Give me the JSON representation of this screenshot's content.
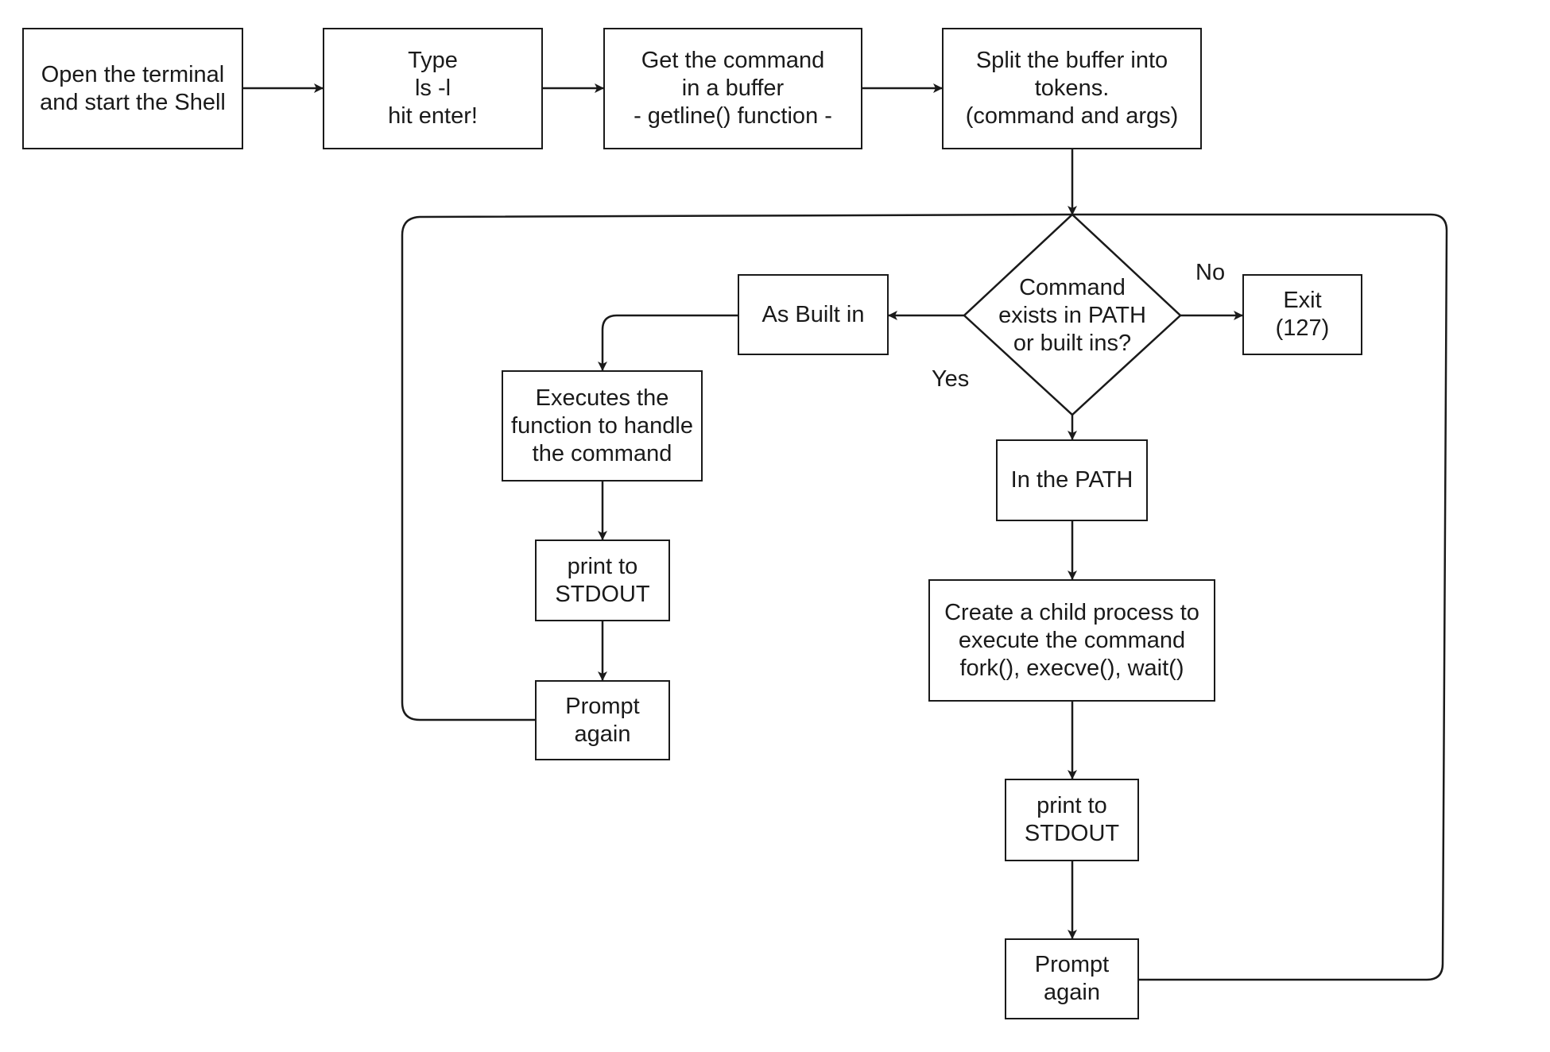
{
  "nodes": {
    "open_terminal": "Open the terminal\nand start the Shell",
    "type_command": "Type\nls -l\nhit enter!",
    "get_command": "Get the command\nin a buffer\n- getline() function -",
    "split_buffer": "Split the buffer into\ntokens.\n(command and args)",
    "decision": "Command\nexists in PATH\nor built ins?",
    "as_built_in": "As Built in",
    "exit": "Exit\n(127)",
    "executes_function": "Executes the\nfunction to handle\nthe command",
    "print_stdout_left": "print to\nSTDOUT",
    "prompt_again_left": "Prompt\nagain",
    "in_the_path": "In the PATH",
    "create_child": "Create a child process to\nexecute the command\nfork(), execve(), wait()",
    "print_stdout_right": "print to\nSTDOUT",
    "prompt_again_right": "Prompt\nagain"
  },
  "edge_labels": {
    "no": "No",
    "yes": "Yes"
  },
  "colors": {
    "stroke": "#1a1a1a",
    "background": "#ffffff"
  }
}
